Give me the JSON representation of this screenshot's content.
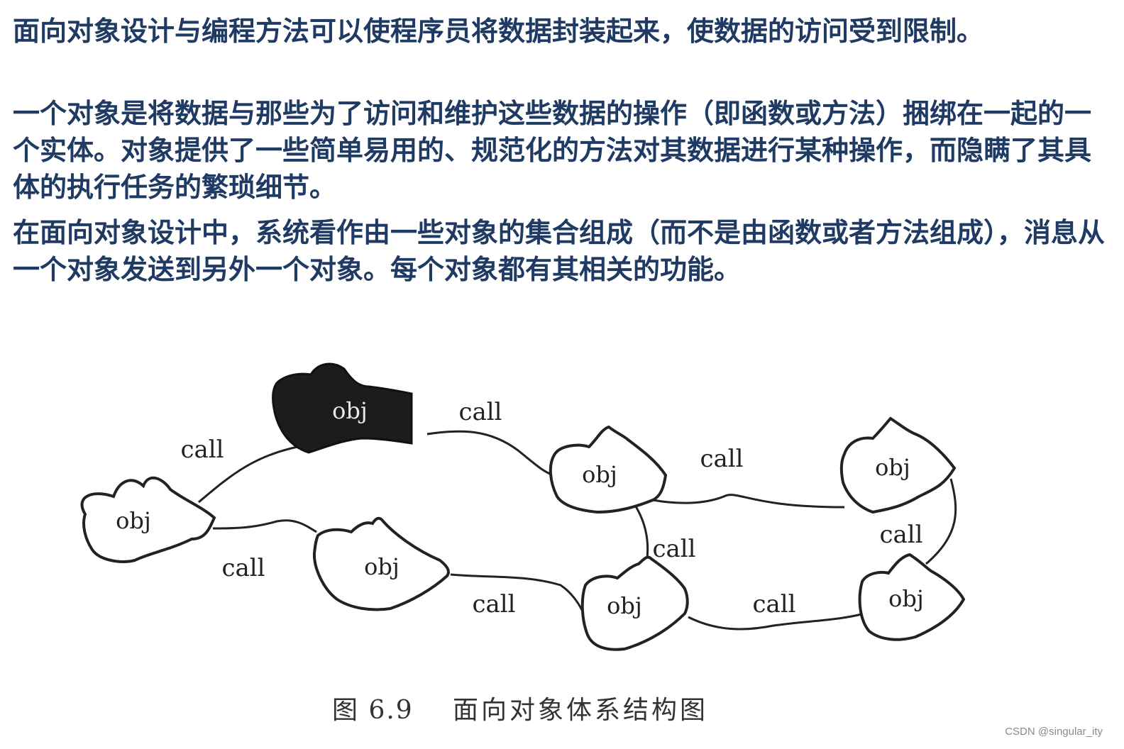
{
  "paragraphs": [
    "面向对象设计与编程方法可以使程序员将数据封装起来，使数据的访问受到限制。",
    "一个对象是将数据与那些为了访问和维护这些数据的操作（即函数或方法）捆绑在一起的一个实体。对象提供了一些简单易用的、规范化的方法对其数据进行某种操作，而隐瞒了其具体的执行任务的繁琐细节。",
    "在面向对象设计中，系统看作由一些对象的集合组成（而不是由函数或者方法组成），消息从一个对象发送到另外一个对象。每个对象都有其相关的功能。"
  ],
  "diagram": {
    "node_label": "obj",
    "edge_label": "call",
    "caption_number": "图 6.9",
    "caption_title": "面向对象体系结构图"
  },
  "watermark": "CSDN @singular_ity",
  "colors": {
    "text": "#1f3a63",
    "stroke": "#222222",
    "highlight_fill": "#1c1c1c"
  }
}
